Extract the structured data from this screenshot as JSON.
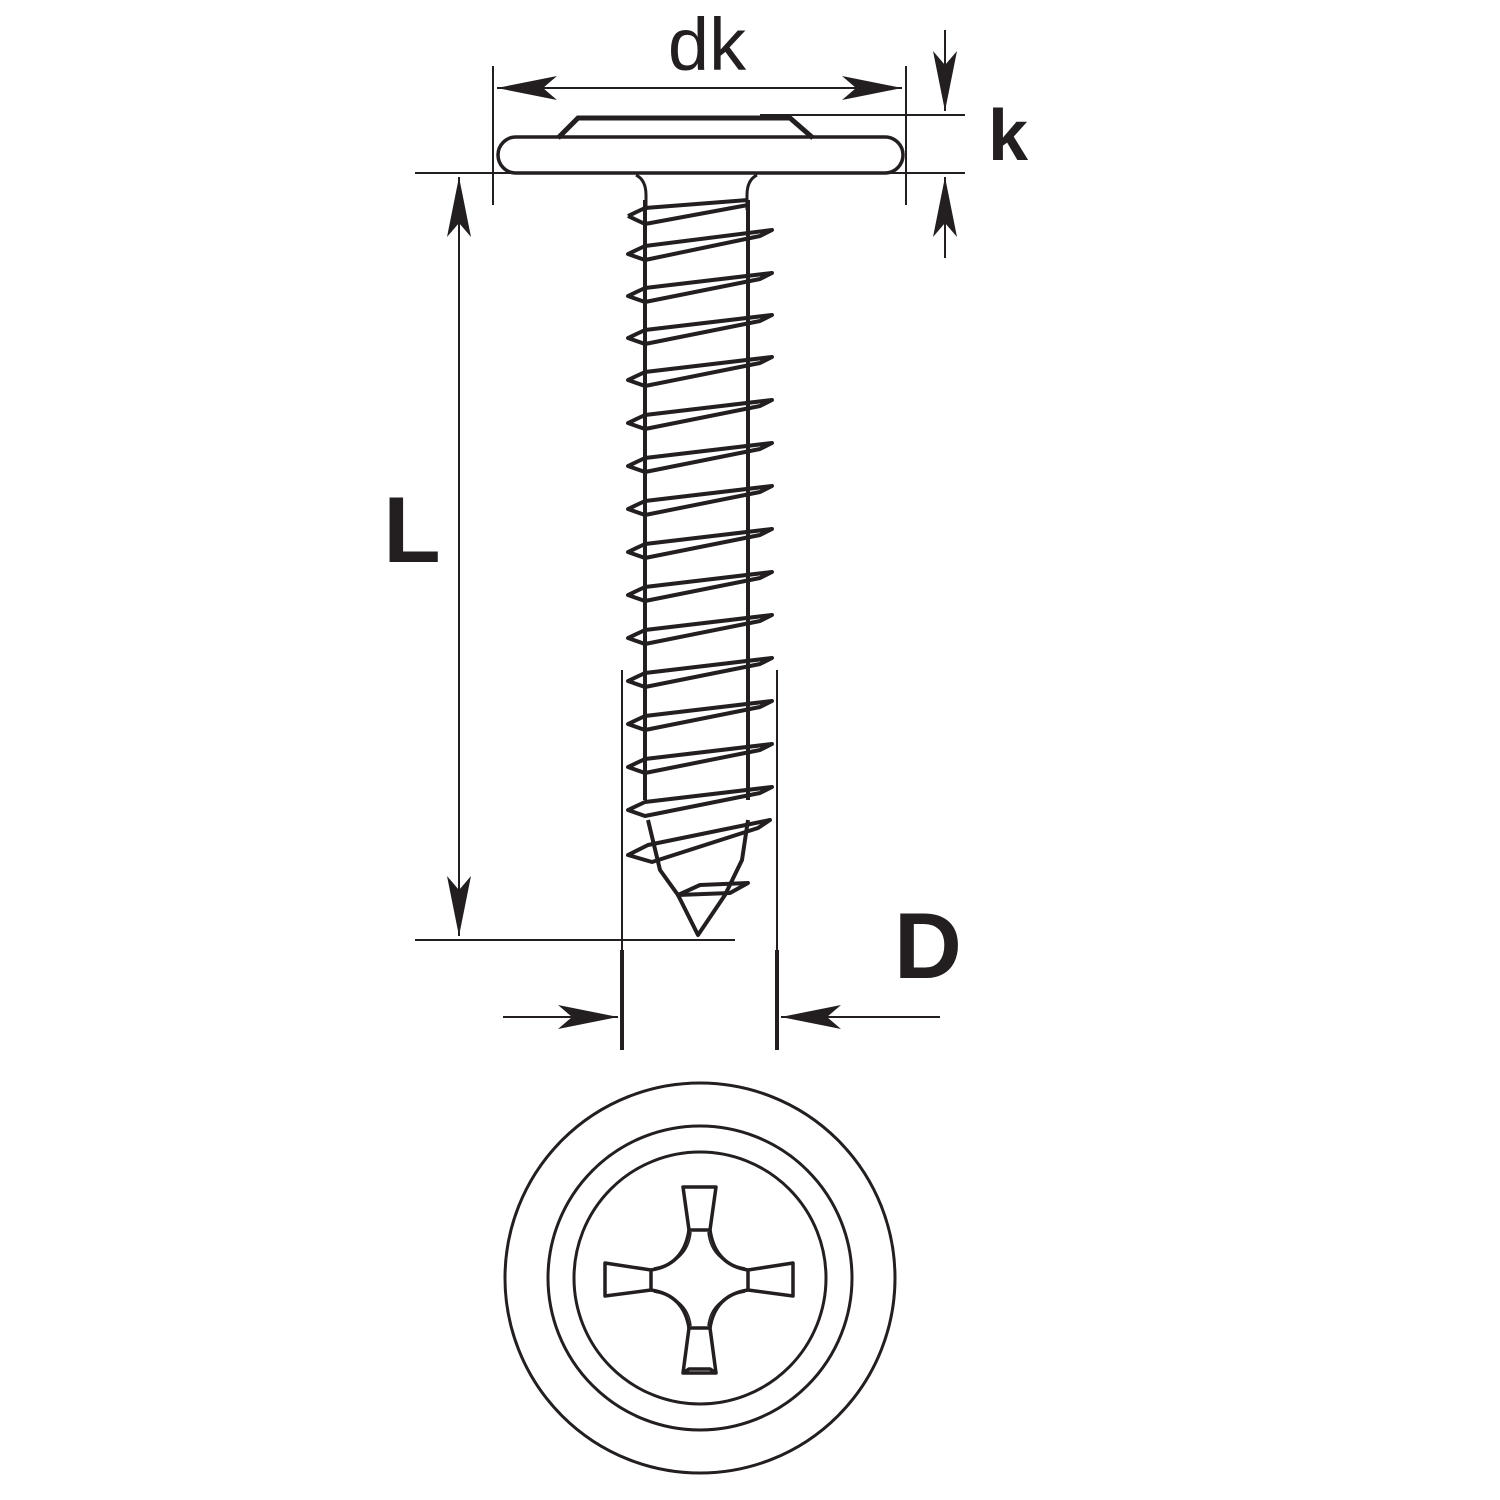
{
  "diagram": {
    "type": "technical-drawing",
    "subject": "wafer-head phillips self-tapping screw",
    "colors": {
      "line": "#231f20",
      "background": "#ffffff"
    },
    "dimensions": {
      "head_diameter": {
        "label": "dk"
      },
      "head_height": {
        "label": "k"
      },
      "length": {
        "label": "L"
      },
      "thread_diameter": {
        "label": "D"
      }
    },
    "views": {
      "side": {
        "thread_turns": 16
      },
      "top": {
        "drive": "phillips-cross",
        "rings": 3
      }
    }
  }
}
